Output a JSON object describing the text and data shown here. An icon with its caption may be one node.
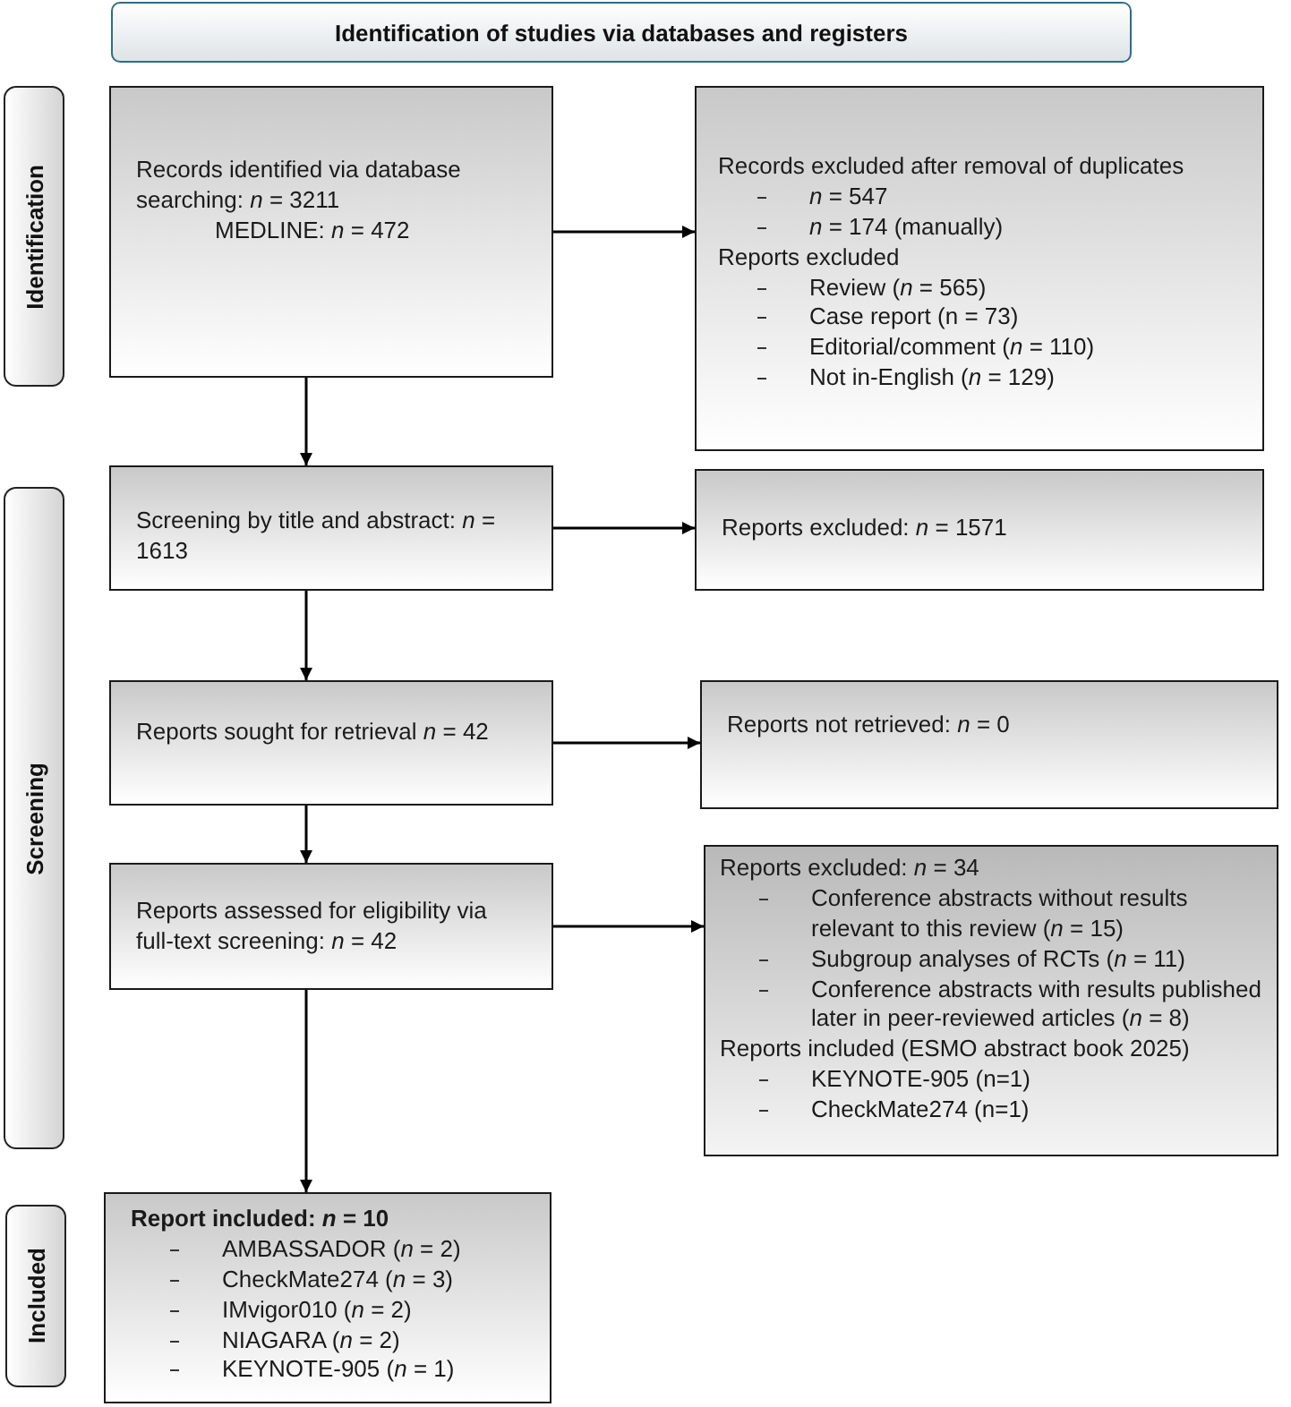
{
  "diagram": {
    "nodes": [
      {
        "text": [
          "Identification of studies via databases and registers"
        ]
      },
      {
        "text": [
          "Identification"
        ]
      },
      {
        "text": [
          "Screening"
        ]
      },
      {
        "text": [
          "Included"
        ]
      },
      {
        "text": [
          "Records identified via database searching: *n* = 3211",
          "MEDLINE: *n* = 472"
        ]
      },
      {
        "text": [
          "Records excluded after removal of duplicates",
          "*n* = 547",
          "*n* = 174 (manually)",
          "Reports excluded",
          "Review (*n* = 565)",
          "Case report (n = 73)",
          "Editorial/comment (*n* = 110)",
          "Not in-English (*n* = 129)"
        ]
      },
      {
        "text": [
          "Screening by title and abstract: *n* = 1613"
        ]
      },
      {
        "text": [
          "Reports excluded: *n* = 1571"
        ]
      },
      {
        "text": [
          "Reports sought for retrieval *n* = 42"
        ]
      },
      {
        "text": [
          "Reports not retrieved: *n* = 0"
        ]
      },
      {
        "text": [
          "Reports assessed for eligibility via full-text screening: *n* = 42"
        ]
      },
      {
        "text": [
          "Reports excluded: *n* = 34",
          "Conference abstracts without results relevant to this review (*n* = 15)",
          "Subgroup analyses of RCTs (*n* = 11)",
          "Conference abstracts with results published later in peer-reviewed articles (*n* = 8)",
          "Reports included (ESMO abstract book 2025)",
          "KEYNOTE-905 (n=1)",
          "CheckMate274 (n=1)"
        ]
      },
      {
        "text": [
          "Report included: *n* = 10",
          "AMBASSADOR (*n* = 2)",
          "CheckMate274 (*n* = 3)",
          "IMvigor010 (*n* = 2)",
          "NIAGARA (*n* = 2)",
          "KEYNOTE-905 (*n* = 1)"
        ]
      }
    ],
    "edges": [
      {
        "from": 4,
        "to": 5,
        "arrow": "to"
      },
      {
        "from": 4,
        "to": 6,
        "arrow": "to"
      },
      {
        "from": 6,
        "to": 7,
        "arrow": "to"
      },
      {
        "from": 6,
        "to": 8,
        "arrow": "to"
      },
      {
        "from": 8,
        "to": 9,
        "arrow": "to"
      },
      {
        "from": 8,
        "to": 10,
        "arrow": "to"
      },
      {
        "from": 10,
        "to": 11,
        "arrow": "to"
      },
      {
        "from": 10,
        "to": 12,
        "arrow": "to"
      }
    ]
  }
}
